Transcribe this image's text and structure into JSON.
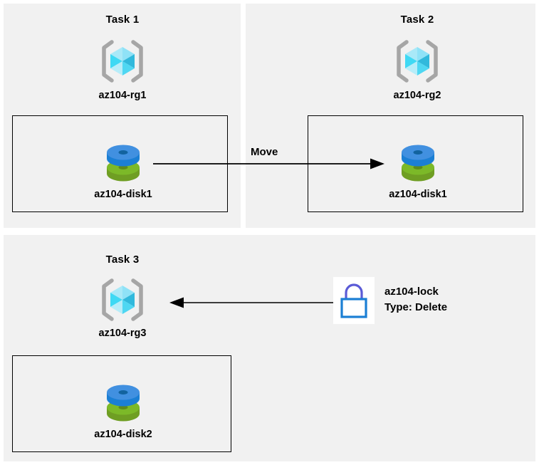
{
  "diagram": {
    "title_hidden": "",
    "background_color": "#ffffff",
    "panel_color": "#f1f1f1"
  },
  "panels": [
    {
      "id": "task1",
      "title": "Task 1"
    },
    {
      "id": "task2",
      "title": "Task 2"
    },
    {
      "id": "task3",
      "title": "Task 3"
    }
  ],
  "resource_groups": [
    {
      "icon": "resource-group-cube-icon",
      "label": "az104-rg1"
    },
    {
      "icon": "resource-group-cube-icon",
      "label": "az104-rg2"
    },
    {
      "icon": "resource-group-cube-icon",
      "label": "az104-rg3"
    }
  ],
  "disks": [
    {
      "icon": "managed-disk-icon",
      "label": "az104-disk1"
    },
    {
      "icon": "managed-disk-icon",
      "label": "az104-disk1"
    },
    {
      "icon": "managed-disk-icon",
      "label": "az104-disk2"
    }
  ],
  "connectors": {
    "move": {
      "label": "Move",
      "direction": "right"
    },
    "lock": {
      "label": "",
      "direction": "left"
    }
  },
  "lock": {
    "icon": "lock-icon",
    "name": "az104-lock",
    "type_line": "Type: Delete"
  },
  "colors": {
    "panel": "#f1f1f1",
    "box_border": "#000000",
    "cube_light": "#9ce9f7",
    "cube_mid": "#43dcf5",
    "cube_dark": "#2eb8d6",
    "bracket": "#a6a6a6",
    "disk_blue": "#3e8ede",
    "disk_blue_dark": "#1b7fd4",
    "disk_green": "#7ab929",
    "disk_green_dark": "#5e9a1f",
    "lock_blue": "#1b7fd4",
    "lock_shackle": "#5b5bd6",
    "text": "#000000"
  }
}
